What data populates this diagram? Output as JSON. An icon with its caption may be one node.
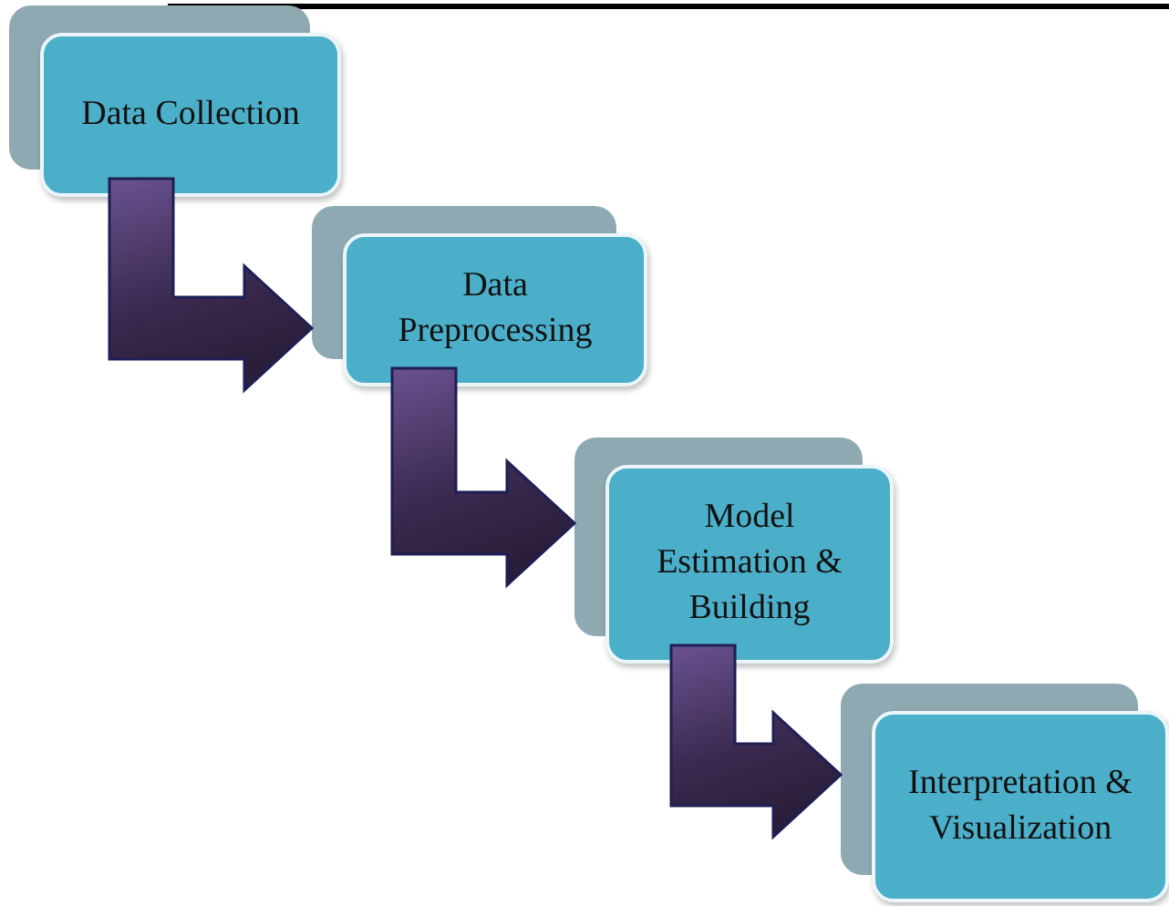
{
  "diagram": {
    "nodes": [
      {
        "text": [
          "Data Collection"
        ]
      },
      {
        "text": [
          "Data Preprocessing"
        ]
      },
      {
        "text": [
          "Model Estimation & Building"
        ]
      },
      {
        "text": [
          "Interpretation & Visualization"
        ]
      }
    ],
    "edges": [
      {
        "from": 0,
        "to": 1,
        "arrow": "to"
      },
      {
        "from": 1,
        "to": 2,
        "arrow": "to"
      },
      {
        "from": 2,
        "to": 3,
        "arrow": "to"
      }
    ]
  }
}
